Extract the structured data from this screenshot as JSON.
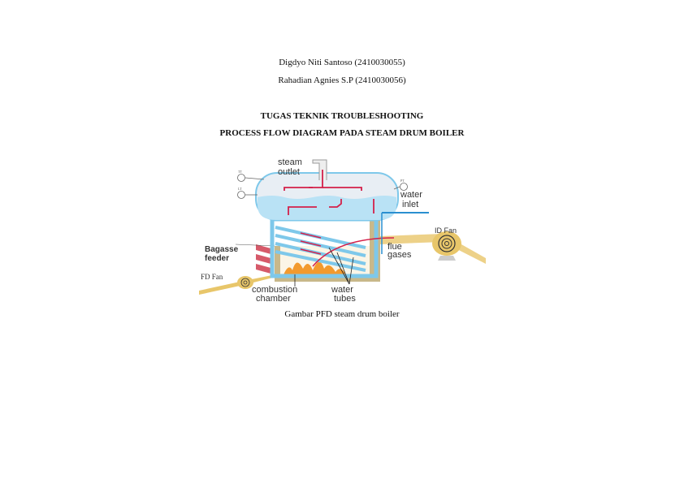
{
  "authors": [
    "Digdyo Niti Santoso (2410030055)",
    "Rahadian Agnies S.P (2410030056)"
  ],
  "title_lines": [
    "TUGAS TEKNIK TROUBLESHOOTING",
    "PROCESS FLOW DIAGRAM PADA STEAM DRUM BOILER"
  ],
  "figure": {
    "labels": {
      "steam_outlet": [
        "steam",
        "outlet"
      ],
      "water_inlet": [
        "water",
        "inlet"
      ],
      "flue_gases": [
        "flue",
        "gases"
      ],
      "bagasse_feeder": [
        "Bagasse",
        "feeder"
      ],
      "combustion_chamber": [
        "combustion",
        "chamber"
      ],
      "water_tubes": [
        "water",
        "tubes"
      ],
      "id_fan": "ID Fan",
      "fd_fan": "FD Fan",
      "tt": "TT",
      "lt": "LT",
      "pt": "PT"
    },
    "colors": {
      "water": "#7ec8ea",
      "steam_flow": "#d4204a",
      "water_flow": "#2a8fd0",
      "wall": "#c8b88a",
      "duct": "#e8c66a",
      "flame": "#f29a2e"
    }
  },
  "caption": "Gambar PFD steam drum boiler"
}
